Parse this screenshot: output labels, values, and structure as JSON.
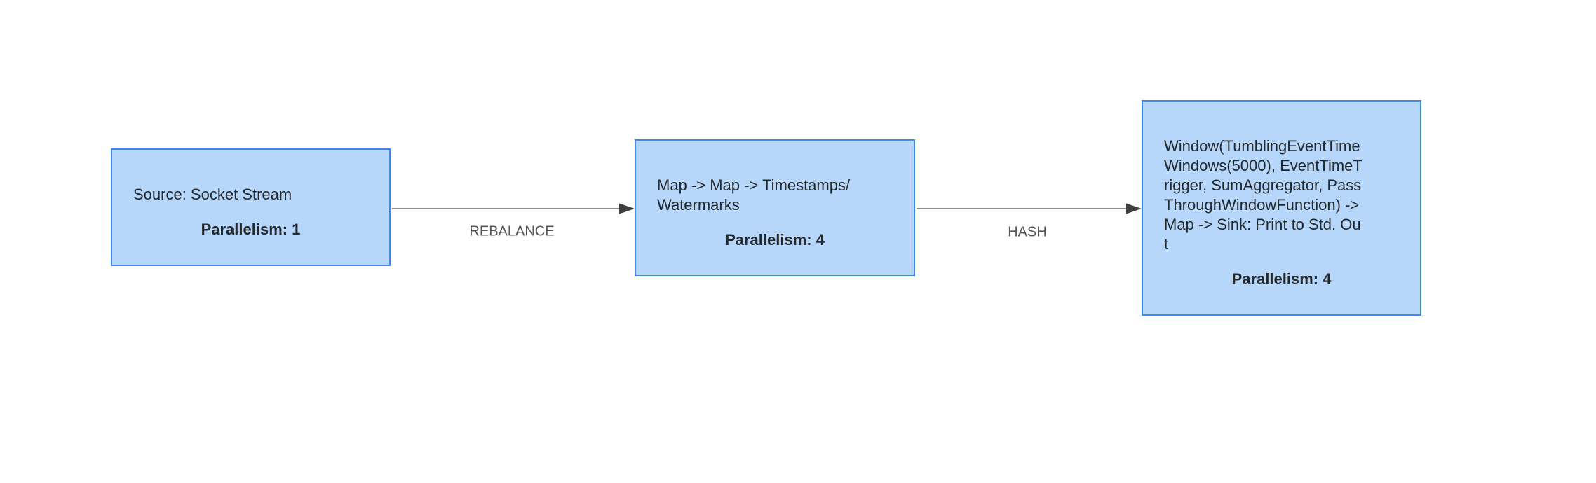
{
  "diagram": {
    "nodes": [
      {
        "name_lines": [
          "Source: Socket Stream"
        ],
        "parallelism": "Parallelism: 1"
      },
      {
        "name_lines": [
          "Map -> Map -> Timestamps/",
          "Watermarks"
        ],
        "parallelism": "Parallelism: 4"
      },
      {
        "name_lines": [
          "Window(TumblingEventTime",
          "Windows(5000), EventTimeT",
          "rigger, SumAggregator, Pass",
          "ThroughWindowFunction) ->",
          "Map -> Sink: Print to Std. Ou",
          "t"
        ],
        "parallelism": "Parallelism: 4"
      }
    ],
    "edges": [
      {
        "label": "REBALANCE"
      },
      {
        "label": "HASH"
      }
    ],
    "colors": {
      "node_fill": "#B7D7FA",
      "node_border": "#4187E8",
      "node_text": "#24292E",
      "edge_line": "#8C8C8C",
      "arrowhead": "#3F3F3F",
      "edge_label": "#545454"
    }
  }
}
